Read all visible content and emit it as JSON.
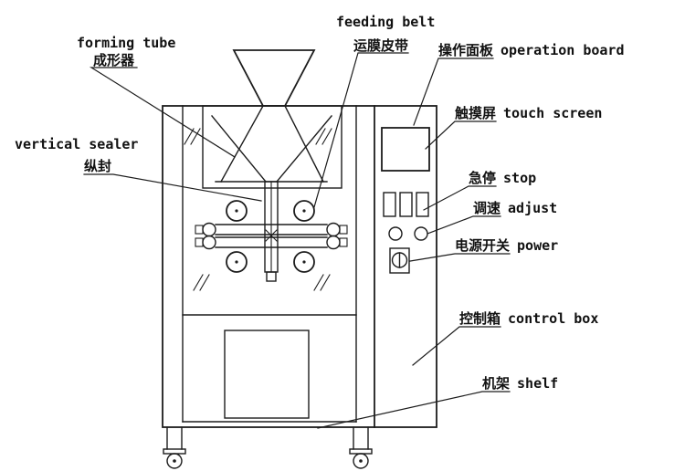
{
  "title": "Vertical packaging machine labelled diagram",
  "colors": {
    "line": "#1c1c1c",
    "background": "#ffffff",
    "text": "#111111"
  },
  "labels": {
    "forming_tube": {
      "en": "forming tube",
      "zh": "成形器"
    },
    "feeding_belt": {
      "en": "feeding belt",
      "zh": "运膜皮带"
    },
    "operation_board": {
      "zh": "操作面板",
      "en": "operation board"
    },
    "touch_screen": {
      "zh": "触摸屏",
      "en": "touch screen"
    },
    "vertical_sealer": {
      "en": "vertical sealer",
      "zh": "纵封"
    },
    "stop": {
      "zh": "急停",
      "en": "stop"
    },
    "adjust": {
      "zh": "调速",
      "en": "adjust"
    },
    "power": {
      "zh": "电源开关",
      "en": "power"
    },
    "control_box": {
      "zh": "控制箱",
      "en": "control box"
    },
    "shelf": {
      "zh": "机架",
      "en": "shelf"
    }
  }
}
